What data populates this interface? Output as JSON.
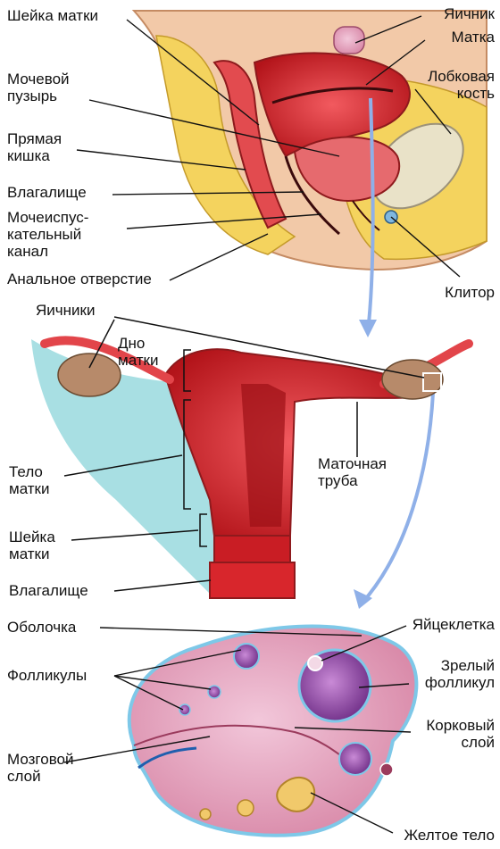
{
  "colors": {
    "tissue_red": "#d8262c",
    "tissue_light": "#f3b8b3",
    "fat_yellow": "#f4d35e",
    "bone": "#e9e2c8",
    "skin": "#f2c9a8",
    "ligament_blue": "#a8dfe3",
    "ovary_pink": "#e9a9c0",
    "follicle_purple": "#9b52a8",
    "arrow_blue": "#8fb0e8",
    "label_text": "#111111"
  },
  "panel1": {
    "labels": {
      "cervix": "Шейка матки",
      "ovary": "Яичник",
      "uterus": "Матка",
      "bladder_1": "Мочевой",
      "bladder_2": "пузырь",
      "pubic_1": "Лобковая",
      "pubic_2": "кость",
      "rectum_1": "Прямая",
      "rectum_2": "кишка",
      "vagina": "Влагалище",
      "urethra_1": "Мочеиспус-",
      "urethra_2": "кательный",
      "urethra_3": "канал",
      "anus": "Анальное отверстие",
      "clitoris": "Клитор"
    }
  },
  "panel2": {
    "labels": {
      "ovaries": "Яичники",
      "fundus_1": "Дно",
      "fundus_2": "матки",
      "body_1": "Тело",
      "body_2": "матки",
      "tube_1": "Маточная",
      "tube_2": "труба",
      "cervix_1": "Шейка",
      "cervix_2": "матки",
      "vagina": "Влагалище"
    }
  },
  "panel3": {
    "labels": {
      "capsule": "Оболочка",
      "oocyte": "Яйцеклетка",
      "follicles": "Фолликулы",
      "mature_1": "Зрелый",
      "mature_2": "фолликул",
      "cortex_1": "Корковый",
      "cortex_2": "слой",
      "medulla_1": "Мозговой",
      "medulla_2": "слой",
      "corpus_luteum": "Желтое тело"
    }
  }
}
